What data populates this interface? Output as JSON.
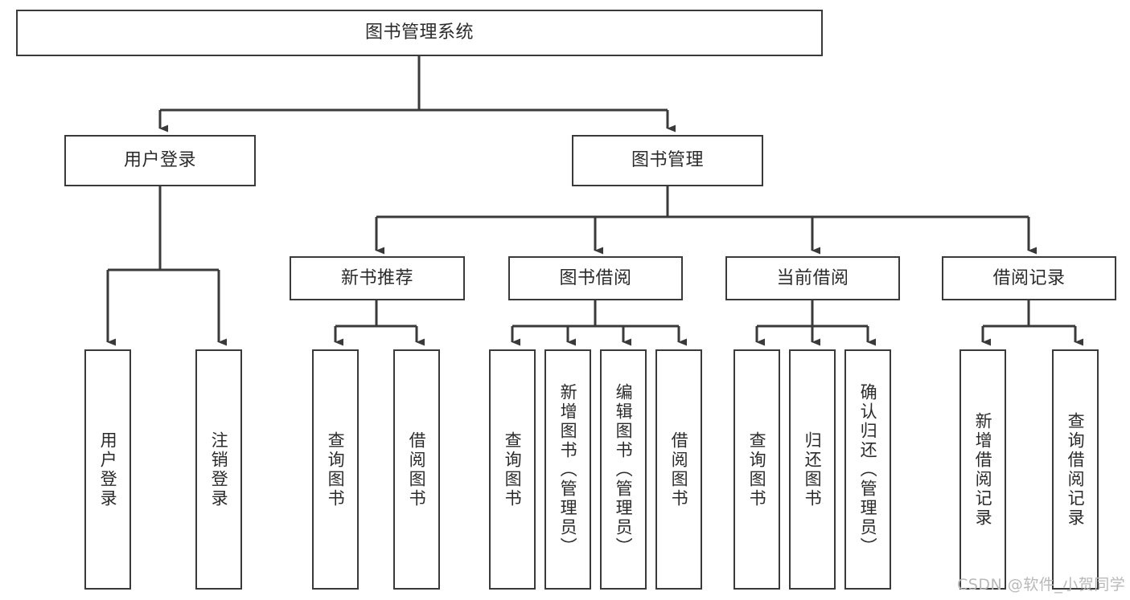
{
  "diagram": {
    "title": "图书管理系统",
    "watermark": "CSDN @软件_小贺同学",
    "colors": {
      "stroke": "#3a3a3a",
      "text": "#2b2b2b",
      "background": "#ffffff",
      "watermark": "#b9b9b9"
    },
    "root": {
      "label": "图书管理系统"
    },
    "level2": [
      {
        "label": "用户登录"
      },
      {
        "label": "图书管理"
      }
    ],
    "level3": [
      {
        "label": "新书推荐"
      },
      {
        "label": "图书借阅"
      },
      {
        "label": "当前借阅"
      },
      {
        "label": "借阅记录"
      }
    ],
    "leaves": {
      "user_login": [
        {
          "label": "用户登录"
        },
        {
          "label": "注销登录"
        }
      ],
      "new_book_recommend": [
        {
          "label": "查询图书"
        },
        {
          "label": "借阅图书"
        }
      ],
      "book_borrow": [
        {
          "label": "查询图书"
        },
        {
          "label": "新增图书（管理员）"
        },
        {
          "label": "编辑图书（管理员）"
        },
        {
          "label": "借阅图书"
        }
      ],
      "current_borrow": [
        {
          "label": "查询图书"
        },
        {
          "label": "归还图书"
        },
        {
          "label": "确认归还（管理员）"
        }
      ],
      "borrow_record": [
        {
          "label": "新增借阅记录"
        },
        {
          "label": "查询借阅记录"
        }
      ]
    }
  }
}
